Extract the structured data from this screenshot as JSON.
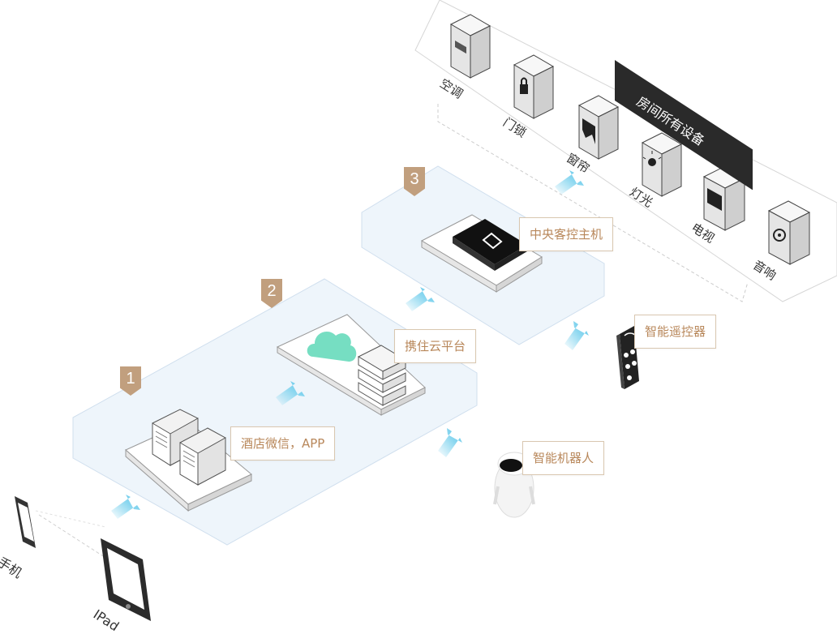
{
  "steps": {
    "one": "1",
    "two": "2",
    "three": "3"
  },
  "callouts": {
    "hotel": "酒店微信，APP",
    "cloud": "携住云平台",
    "host": "中央客控主机",
    "remote": "智能遥控器",
    "robot": "智能机器人"
  },
  "room": {
    "banner": "房间所有设备",
    "devices": [
      "空调",
      "门锁",
      "窗帘",
      "灯光",
      "电视",
      "音响"
    ]
  },
  "clients": {
    "phone": "手机",
    "ipad": "IPad"
  },
  "colors": {
    "arrow": "#7fd3ee",
    "platform": "#eef5fb",
    "accent": "#c19f7e",
    "cloud": "#6fdcbf"
  }
}
